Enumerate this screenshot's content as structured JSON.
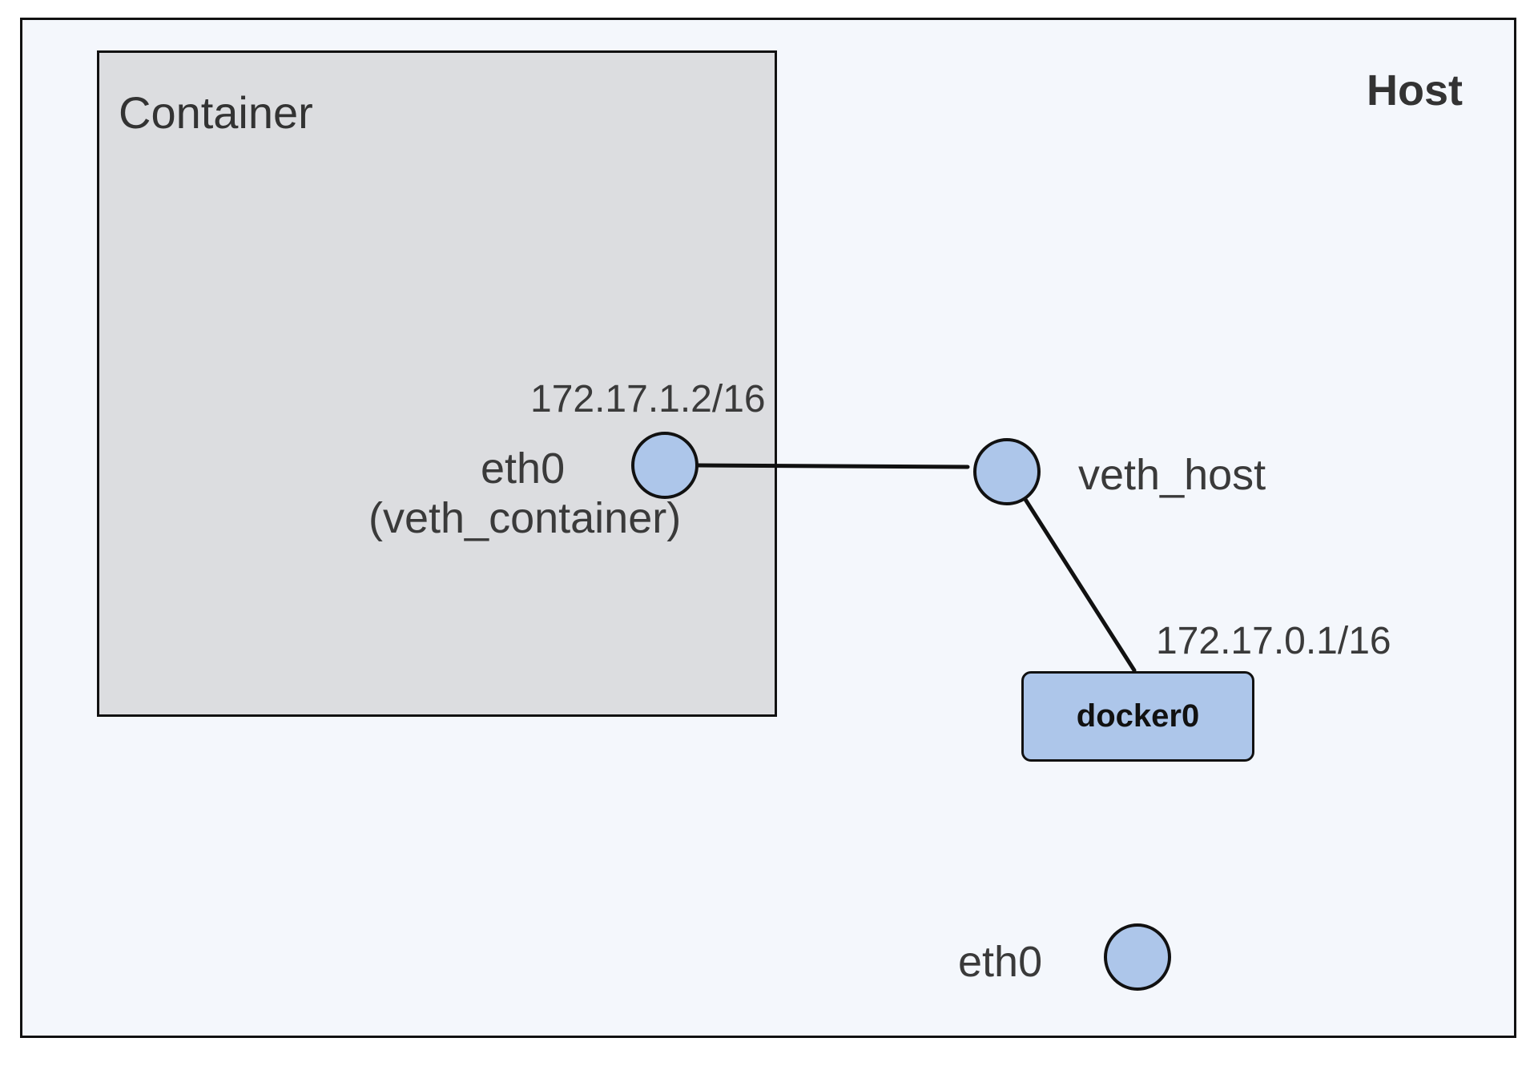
{
  "host": {
    "title": "Host",
    "eth0_label": "eth0",
    "veth_label": "veth_host"
  },
  "container": {
    "title": "Container",
    "eth0_label": "eth0",
    "veth_label": "(veth_container)",
    "ip": "172.17.1.2/16"
  },
  "bridge": {
    "label": "docker0",
    "ip": "172.17.0.1/16"
  },
  "colors": {
    "host_background": "#f4f7fc",
    "container_background": "#dcdde0",
    "interface_fill": "#adc6ea",
    "outline": "#111111",
    "text": "#3a3a3a"
  }
}
